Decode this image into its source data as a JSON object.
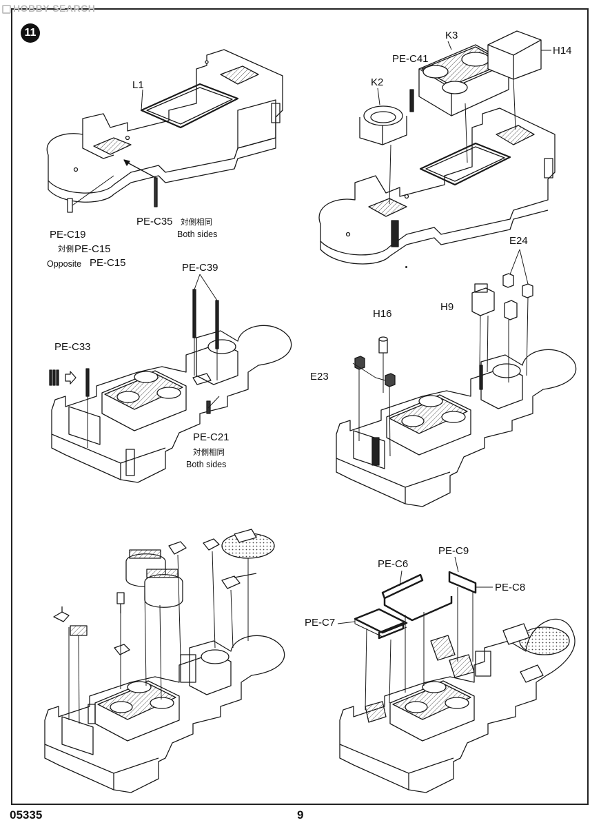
{
  "watermark": "HOBBY SEARCH",
  "step_number": "11",
  "footer": {
    "code": "05335",
    "page": "9"
  },
  "labels": {
    "L1": "L1",
    "K2": "K2",
    "K3": "K3",
    "H14": "H14",
    "PE_C41": "PE-C41",
    "PE_C19": "PE-C19",
    "PE_C15a": "PE-C15",
    "PE_C15b": "PE-C15",
    "PE_C35": "PE-C35",
    "PE_C39": "PE-C39",
    "PE_C33": "PE-C33",
    "PE_C21": "PE-C21",
    "E24": "E24",
    "H9": "H9",
    "H16": "H16",
    "E23": "E23",
    "PE_C9": "PE-C9",
    "PE_C6": "PE-C6",
    "PE_C8": "PE-C8",
    "PE_C7": "PE-C7"
  },
  "notes": {
    "opp_jp": "対側",
    "opposite": "Opposite",
    "both_jp_1": "対側相同",
    "both_1": "Both sides",
    "both_jp_2": "対側相同",
    "both_2": "Both sides"
  },
  "colors": {
    "line": "#1a1a1a",
    "hatch": "#555555",
    "paper": "#ffffff"
  }
}
